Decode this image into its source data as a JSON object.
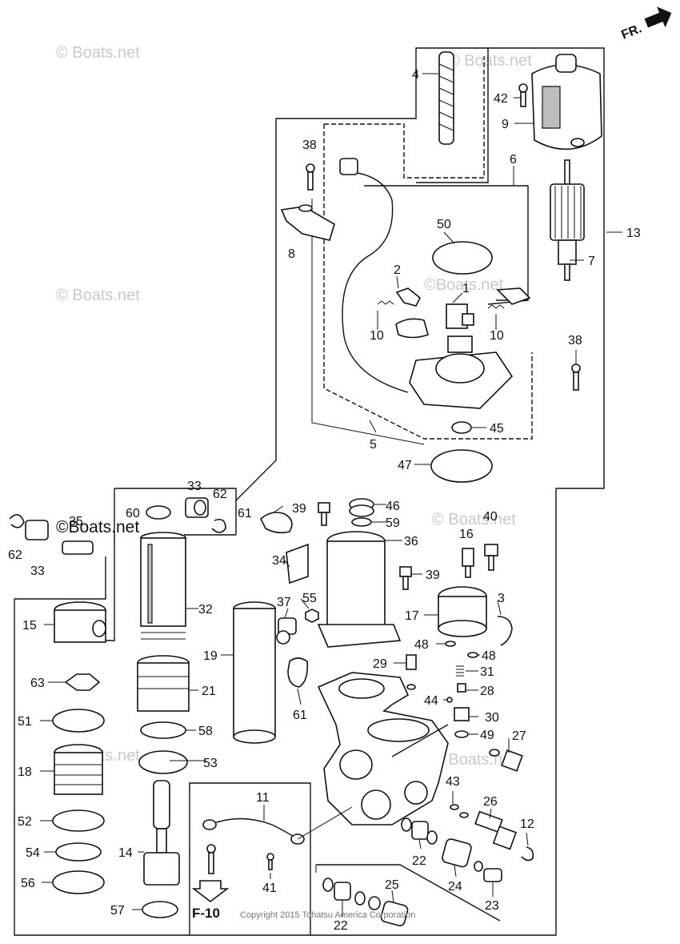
{
  "watermarks": [
    "© Boats.net",
    "© Boats.net",
    "© Boats.net",
    "©Boats.net",
    "© Boats.net",
    "© Boats.net",
    "© Boats.net"
  ],
  "big_watermark": "©Boats.net",
  "copyright": "Copyright 2015 Tohatsu America Corporation",
  "direction": "FR.",
  "reference": "F-10",
  "callouts": {
    "c4": "4",
    "c42": "42",
    "c9": "9",
    "c6": "6",
    "c13": "13",
    "c7": "7",
    "c38a": "38",
    "c8": "8",
    "c50": "50",
    "c2": "2",
    "c1": "1",
    "c10a": "10",
    "c10b": "10",
    "c38b": "38",
    "c45": "45",
    "c5": "5",
    "c47": "47",
    "c33a": "33",
    "c62a": "62",
    "c60": "60",
    "c61a": "61",
    "c39a": "39",
    "c46": "46",
    "c59": "59",
    "c40": "40",
    "c16": "16",
    "c36": "36",
    "c62b": "62",
    "c33b": "33",
    "c35": "35",
    "c34": "34",
    "c39b": "39",
    "c32": "32",
    "c37": "37",
    "c55": "55",
    "c17": "17",
    "c3": "3",
    "c15": "15",
    "c19": "19",
    "c48a": "48",
    "c48b": "48",
    "c29": "29",
    "c31": "31",
    "c63": "63",
    "c21": "21",
    "c61b": "61",
    "c28": "28",
    "c44": "44",
    "c30": "30",
    "c51": "51",
    "c58": "58",
    "c49": "49",
    "c27": "27",
    "c18": "18",
    "c53": "53",
    "c11": "11",
    "c43": "43",
    "c26": "26",
    "c52": "52",
    "c12": "12",
    "c54": "54",
    "c14": "14",
    "c22a": "22",
    "c24": "24",
    "c56": "56",
    "c41": "41",
    "c25": "25",
    "c57": "57",
    "c23": "23",
    "c22b": "22"
  }
}
